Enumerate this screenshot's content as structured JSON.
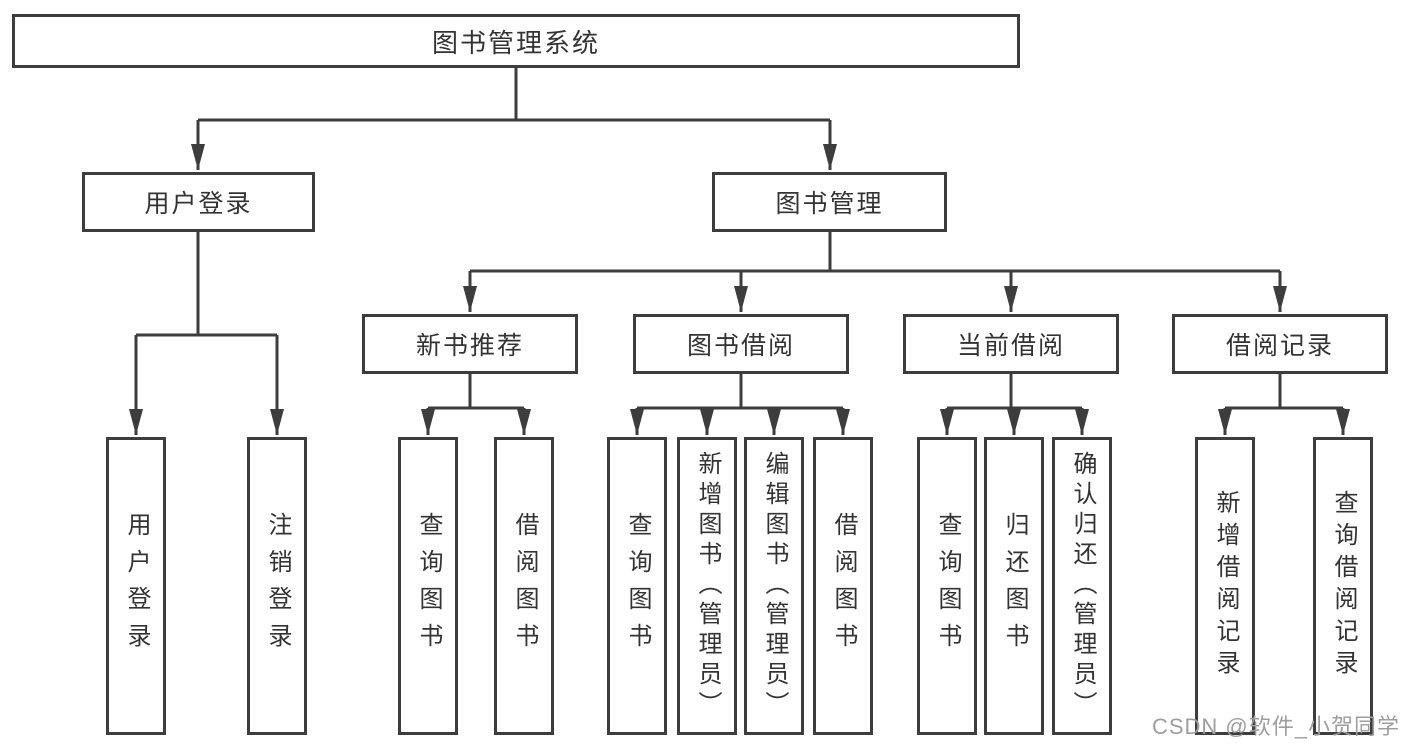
{
  "watermark": "CSDN @软件_小贺同学",
  "colors": {
    "line": "#3d3d3d",
    "text": "#333333",
    "watermark": "#9e9e9e",
    "background": "#ffffff"
  },
  "tree": {
    "label": "图书管理系统",
    "children": [
      {
        "label": "用户登录",
        "children": [
          {
            "label": "用户登录"
          },
          {
            "label": "注销登录"
          }
        ]
      },
      {
        "label": "图书管理",
        "children": [
          {
            "label": "新书推荐",
            "children": [
              {
                "label": "查询图书"
              },
              {
                "label": "借阅图书"
              }
            ]
          },
          {
            "label": "图书借阅",
            "children": [
              {
                "label": "查询图书"
              },
              {
                "label": "新增图书（管理员）"
              },
              {
                "label": "编辑图书（管理员）"
              },
              {
                "label": "借阅图书"
              }
            ]
          },
          {
            "label": "当前借阅",
            "children": [
              {
                "label": "查询图书"
              },
              {
                "label": "归还图书"
              },
              {
                "label": "确认归还（管理员）"
              }
            ]
          },
          {
            "label": "借阅记录",
            "children": [
              {
                "label": "新增借阅记录"
              },
              {
                "label": "查询借阅记录"
              }
            ]
          }
        ]
      }
    ]
  }
}
